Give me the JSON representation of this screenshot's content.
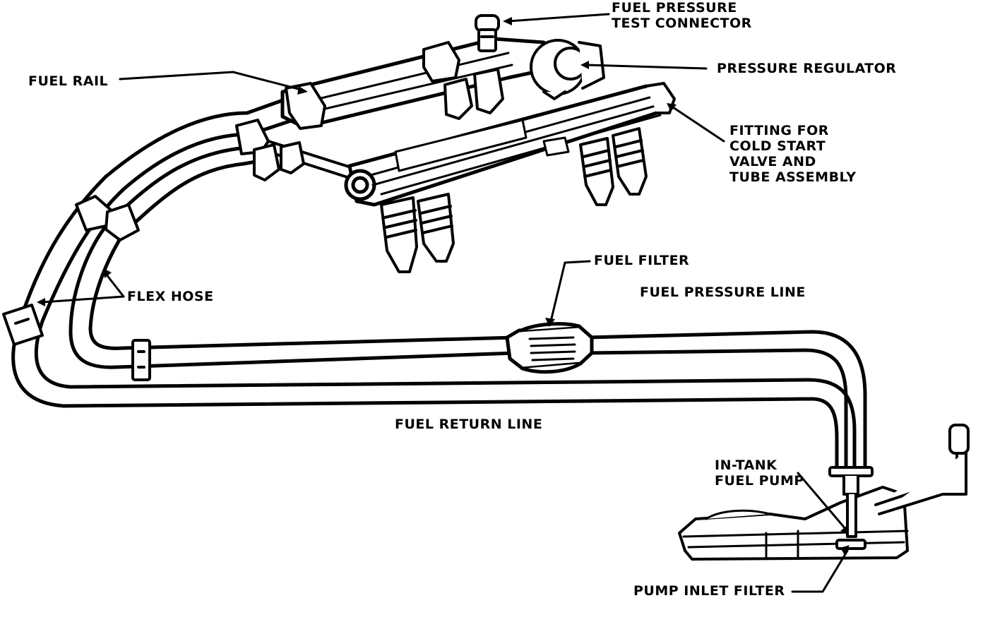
{
  "labels": {
    "fuel_pressure_test_connector": [
      "FUEL PRESSURE",
      "TEST CONNECTOR"
    ],
    "pressure_regulator": "PRESSURE REGULATOR",
    "fuel_rail": "FUEL RAIL",
    "cold_start_fitting": [
      "FITTING FOR",
      "COLD START",
      "VALVE AND",
      "TUBE ASSEMBLY"
    ],
    "fuel_filter": "FUEL FILTER",
    "fuel_pressure_line": "FUEL PRESSURE LINE",
    "flex_hose": "FLEX HOSE",
    "fuel_return_line": "FUEL RETURN LINE",
    "in_tank_fuel_pump": [
      "IN-TANK",
      "FUEL PUMP"
    ],
    "pump_inlet_filter": "PUMP INLET FILTER"
  },
  "colors": {
    "ink": "#000000",
    "paper": "#ffffff"
  }
}
